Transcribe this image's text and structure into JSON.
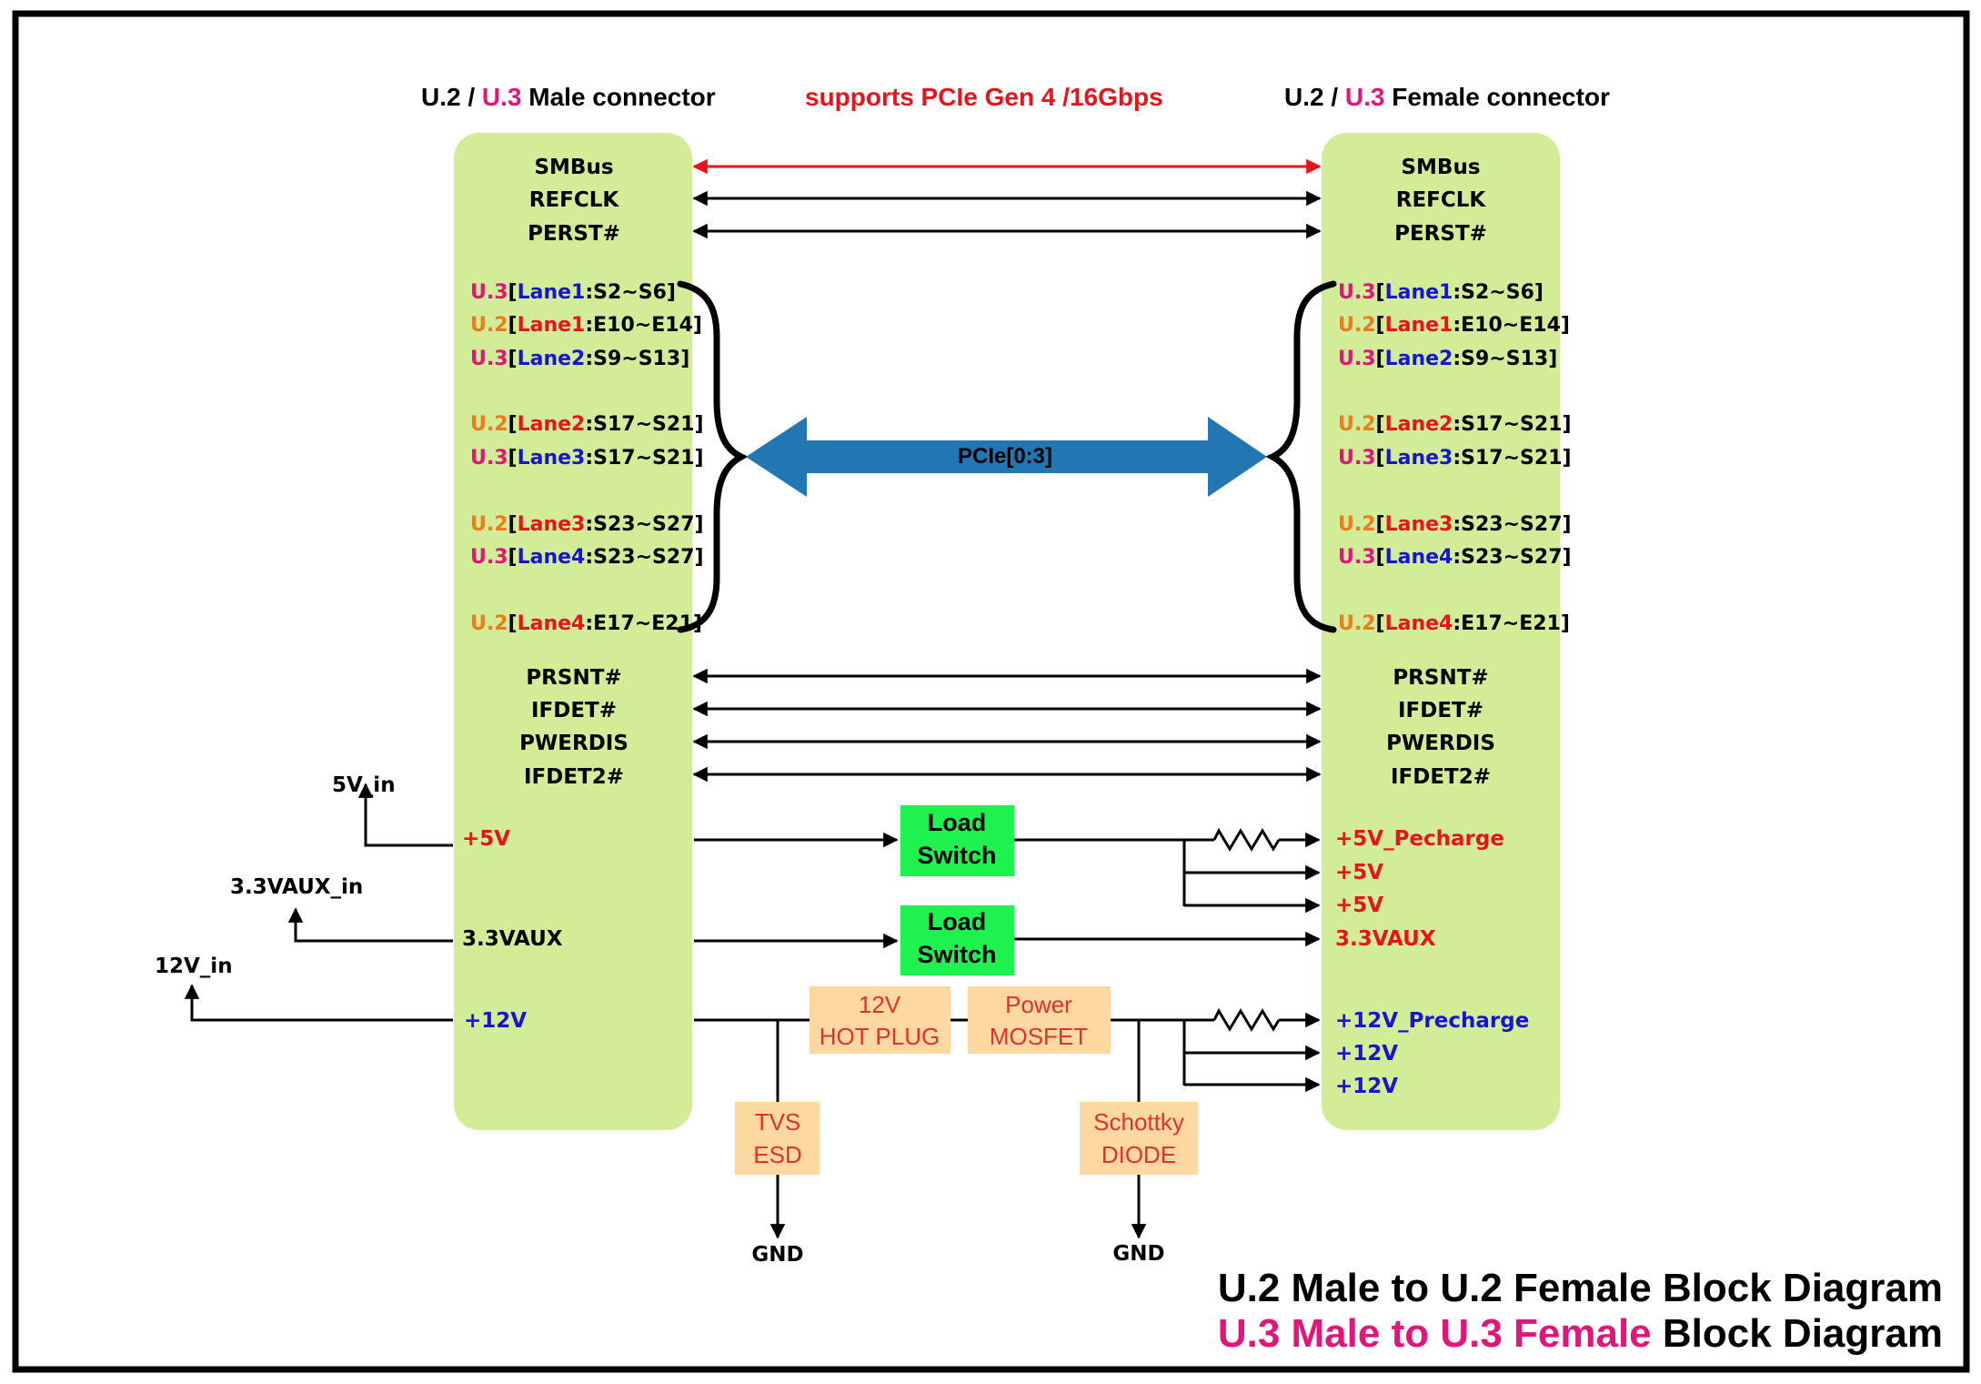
{
  "header": {
    "left_prefix": "U.2 / ",
    "left_u3": "U.3",
    "left_suffix": " Male connector",
    "center": "supports PCIe Gen 4 /16Gbps",
    "right_prefix": "U.2 / ",
    "right_u3": "U.3",
    "right_suffix": " Female connector"
  },
  "signals_top": [
    "SMBus",
    "REFCLK",
    "PERST#"
  ],
  "signals_mid": [
    "PRSNT#",
    "IFDET#",
    "PWERDIS",
    "IFDET2#"
  ],
  "lanes": [
    {
      "std": "U.3",
      "lane": "Lane1",
      "pins": ":S2~S6]"
    },
    {
      "std": "U.2",
      "lane": "Lane1",
      "pins": ":E10~E14]"
    },
    {
      "std": "U.3",
      "lane": "Lane2",
      "pins": ":S9~S13]"
    },
    {
      "std": "U.2",
      "lane": "Lane2",
      "pins": ":S17~S21]"
    },
    {
      "std": "U.3",
      "lane": "Lane3",
      "pins": ":S17~S21]"
    },
    {
      "std": "U.2",
      "lane": "Lane3",
      "pins": ":S23~S27]"
    },
    {
      "std": "U.3",
      "lane": "Lane4",
      "pins": ":S23~S27]"
    },
    {
      "std": "U.2",
      "lane": "Lane4",
      "pins": ":E17~E21]"
    }
  ],
  "pcie_label": "PCIe[0:3]",
  "male_power": {
    "p5v": "+5V",
    "p33": "3.3VAUX",
    "p12": "+12V"
  },
  "inputs": {
    "in5": "5V_in",
    "in33": "3.3VAUX_in",
    "in12": "12V_in"
  },
  "female_power": {
    "pre5": "+5V_Pecharge",
    "p5a": "+5V",
    "p5b": "+5V",
    "p33": "3.3VAUX",
    "pre12": "+12V_Precharge",
    "p12a": "+12V",
    "p12b": "+12V"
  },
  "load_switch": {
    "line1": "Load",
    "line2": "Switch"
  },
  "hot_plug": {
    "line1": "12V",
    "line2": "HOT PLUG"
  },
  "mosfet": {
    "line1": "Power",
    "line2": "MOSFET"
  },
  "tvs": {
    "line1": "TVS",
    "line2": "ESD"
  },
  "schottky": {
    "line1": "Schottky",
    "line2": "DIODE"
  },
  "gnd": "GND",
  "title": {
    "l1": "U.2 Male to U.2 Female Block Diagram",
    "l2_colored": "U.3 Male to U.3 Female",
    "l2_rest": " Block Diagram"
  },
  "colors": {
    "panel": "#d3ec97",
    "load_switch": "#1ef24f",
    "orange_box": "#fdd8a1",
    "smbus_arrow": "#e8141c",
    "pcie_arrow": "#2277b2",
    "u3_magenta": "#e0167a",
    "u2_orange": "#ef7b1b",
    "lane_blue": "#1616d2",
    "lane_red": "#e8141c"
  }
}
